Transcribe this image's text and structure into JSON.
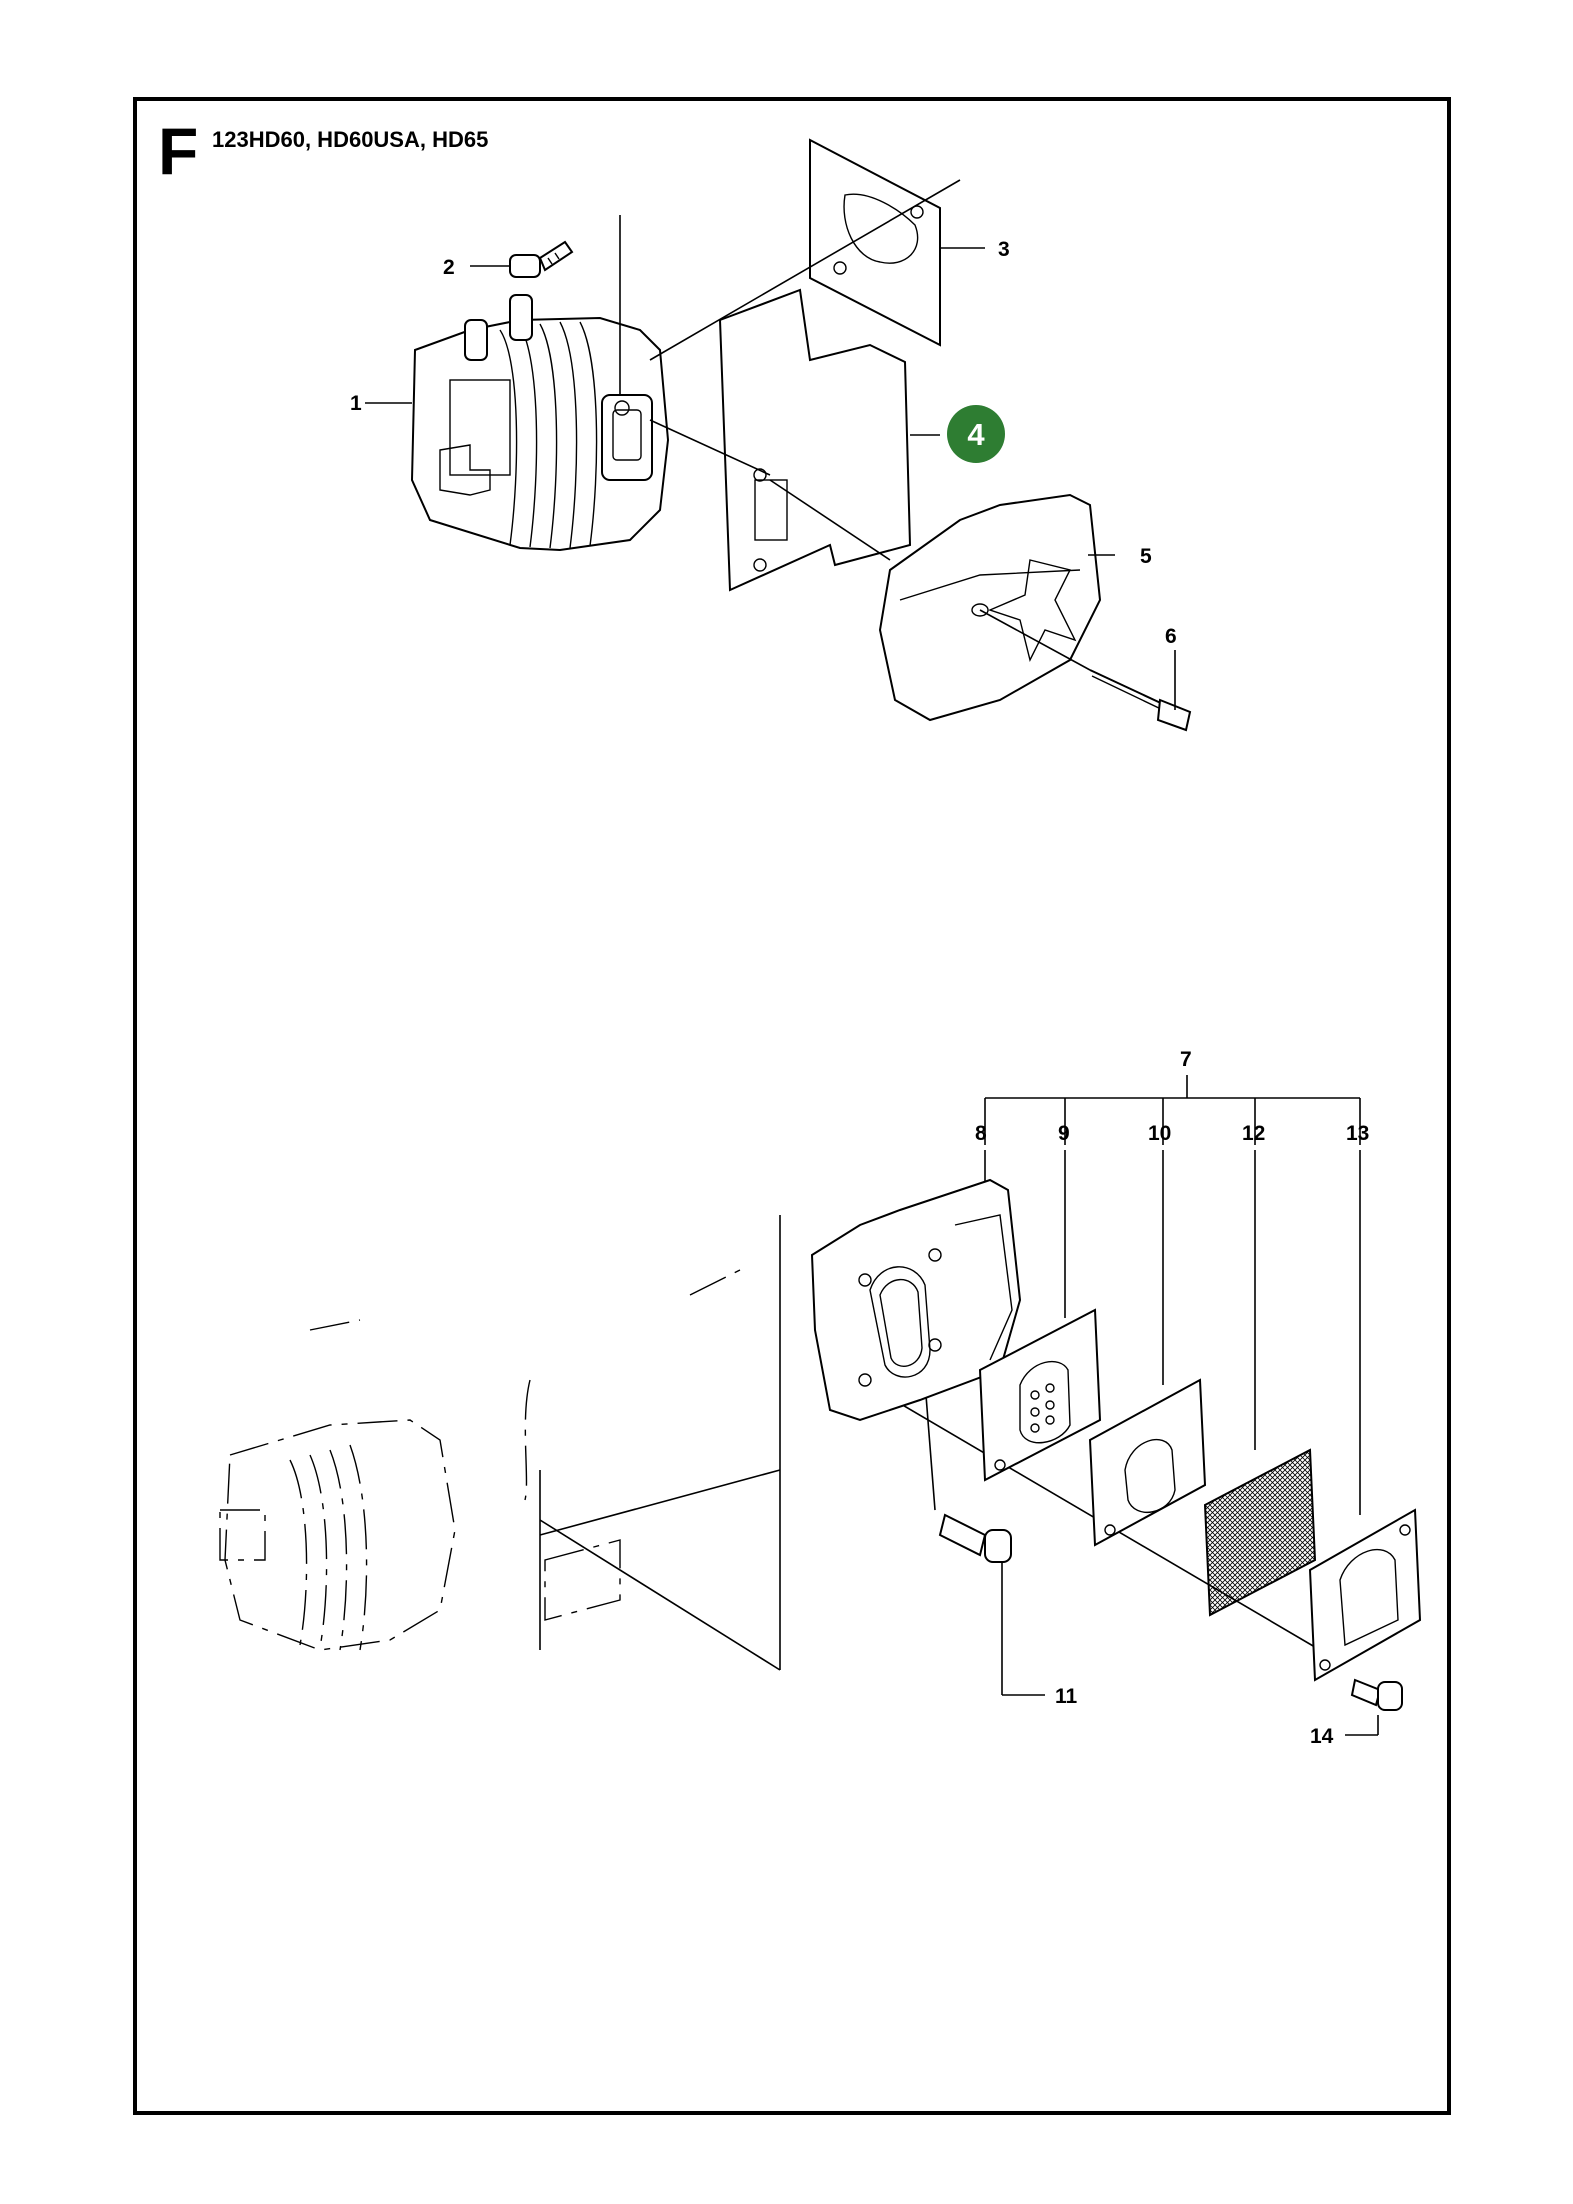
{
  "header": {
    "section_letter": "F",
    "models": "123HD60, HD60USA, HD65"
  },
  "callouts": {
    "c1": "1",
    "c2": "2",
    "c3": "3",
    "c4": "4",
    "c5": "5",
    "c6": "6",
    "c7": "7",
    "c8": "8",
    "c9": "9",
    "c10": "10",
    "c11": "11",
    "c12": "12",
    "c13": "13",
    "c14": "14"
  },
  "colors": {
    "highlight_badge": "#2e7d32",
    "line": "#000000",
    "background": "#ffffff"
  }
}
